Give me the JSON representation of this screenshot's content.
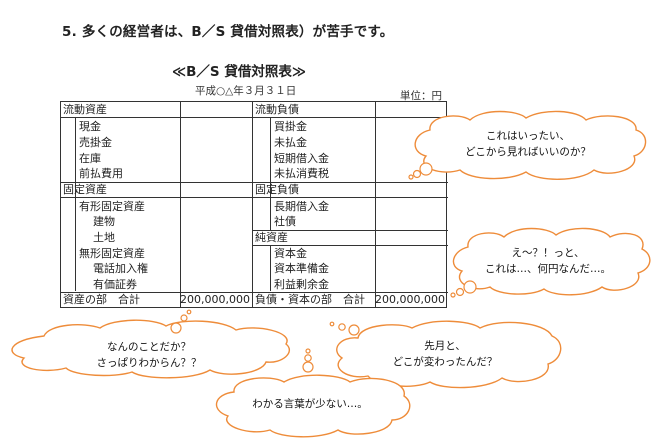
{
  "heading": "5. 多くの経営者は、B／S 貸借対照表）が苦手です。",
  "bs_title": "≪B／S 貸借対照表≫",
  "date": "平成○△年３月３１日",
  "unit": "単位：円",
  "assets": {
    "current_header": "流動資産",
    "current_items": [
      "現金",
      "売掛金",
      "在庫",
      "前払費用"
    ],
    "fixed_header": "固定資産",
    "tangible_header": "有形固定資産",
    "tangible_items": [
      "建物",
      "土地"
    ],
    "intangible_header": "無形固定資産",
    "intangible_items": [
      "電話加入権",
      "有価証券"
    ],
    "total_label": "資産の部　合計",
    "total_value": "200,000,000"
  },
  "liabilities": {
    "current_header": "流動負債",
    "current_items": [
      "買掛金",
      "未払金",
      "短期借入金",
      "未払消費税"
    ],
    "fixed_header": "固定負債",
    "fixed_items": [
      "長期借入金",
      "社債"
    ],
    "equity_header": "純資産",
    "equity_items": [
      "資本金",
      "資本準備金",
      "利益剰余金"
    ],
    "total_label": "負債・資本の部　合計",
    "total_value": "200,000,000"
  },
  "bubbles": [
    {
      "line1": "これはいったい、",
      "line2": "どこから見ればいいのか？"
    },
    {
      "line1": "え～？！っと、",
      "line2": "これは…、何円なんだ…。"
    },
    {
      "line1": "なんのことだか？",
      "line2": "さっぱりわからん？？"
    },
    {
      "line1": "先月と、",
      "line2": "どこが変わったんだ？"
    },
    {
      "line1": "わかる言葉が少ない…。"
    }
  ],
  "colors": {
    "bubble_stroke": "#ee8c3a",
    "table_line": "#333333"
  }
}
